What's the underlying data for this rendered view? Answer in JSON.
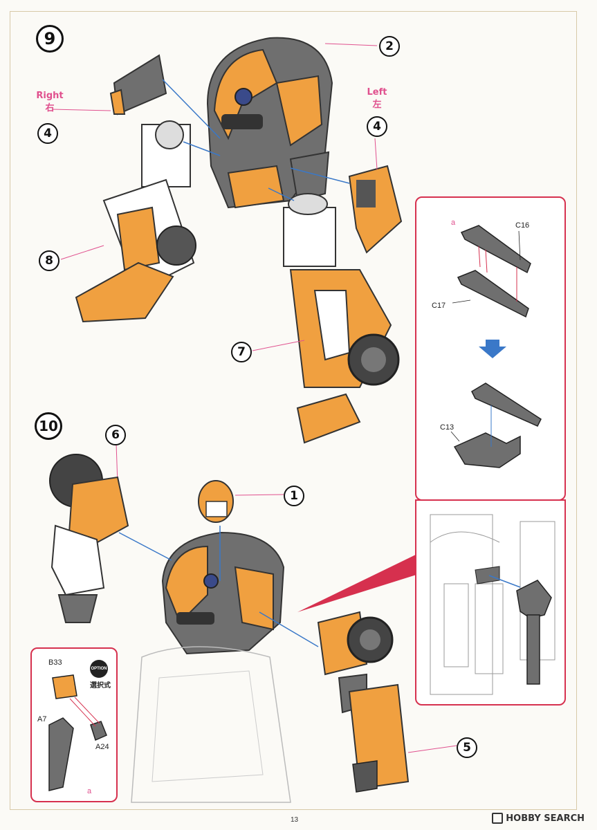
{
  "steps": [
    {
      "number": "9"
    },
    {
      "number": "10"
    }
  ],
  "callouts": {
    "c2": "2",
    "c4_right": "4",
    "c4_left": "4",
    "c8": "8",
    "c7": "7",
    "c6": "6",
    "c1": "1",
    "c5": "5"
  },
  "sides": {
    "right_en": "Right",
    "right_jp": "右",
    "left_en": "Left",
    "left_jp": "左"
  },
  "detail_box": {
    "marker": "a",
    "parts": [
      "C16",
      "C17",
      "C13"
    ]
  },
  "option_box": {
    "badge": "OPTION",
    "badge_jp": "選択式",
    "parts": [
      "B33",
      "A7",
      "A24"
    ],
    "marker": "a"
  },
  "footer": {
    "page_number": "13",
    "watermark": "HOBBY SEARCH"
  },
  "colors": {
    "orange": "#f0a040",
    "grey": "#6f6f6f",
    "accent_red": "#d6304e",
    "arrow_blue": "#3a78c8",
    "label_pink": "#e0508e"
  }
}
